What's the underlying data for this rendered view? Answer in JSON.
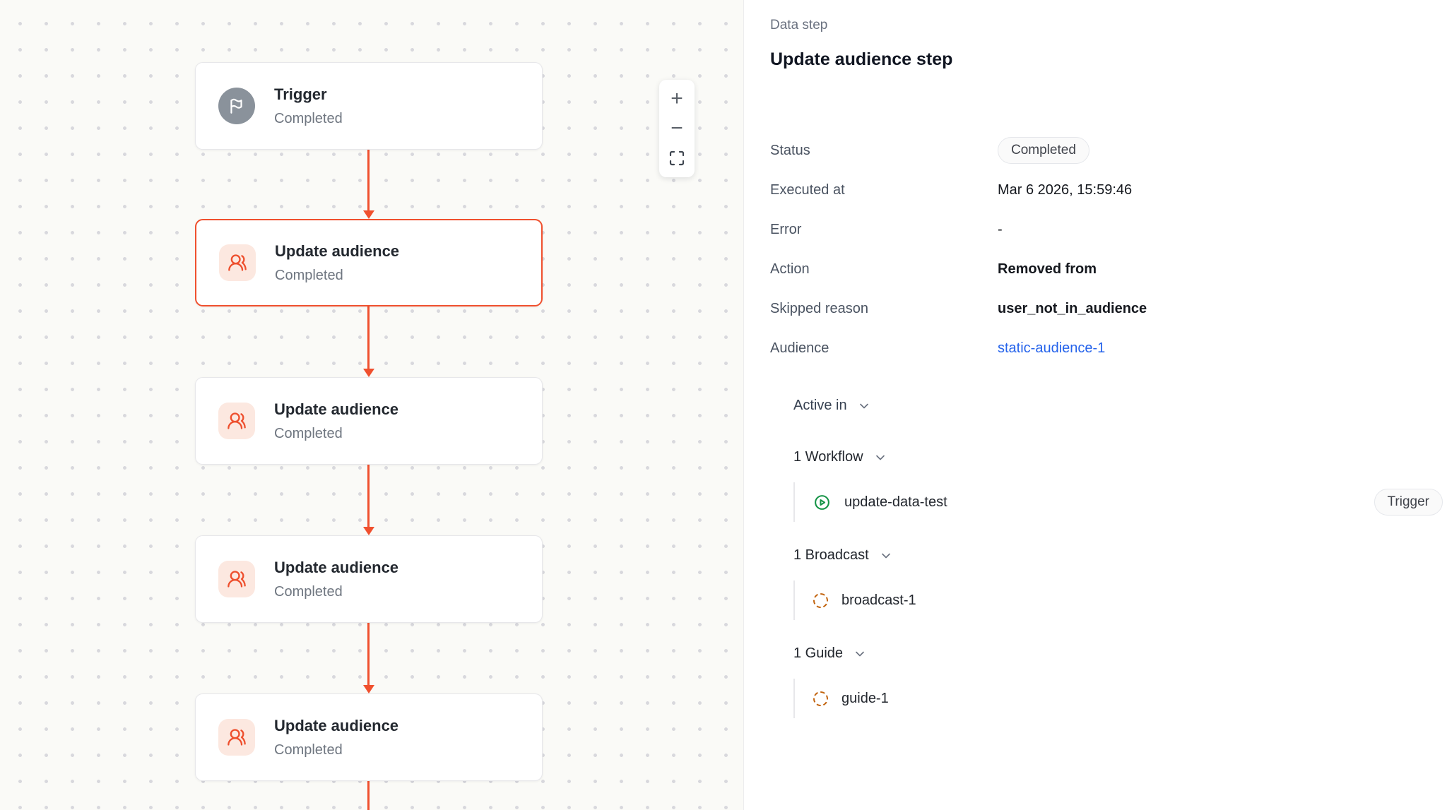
{
  "colors": {
    "accent": "#f0502e",
    "link": "#2563eb",
    "trigger_icon_bg": "#8a929b",
    "audience_icon_bg": "#fce8e0",
    "workflow_icon_green": "#169447",
    "dashed_icon_orange": "#c2640f",
    "canvas_bg": "#fafaf7"
  },
  "canvas": {
    "nodes": [
      {
        "title": "Trigger",
        "status": "Completed",
        "type": "trigger",
        "selected": false
      },
      {
        "title": "Update audience",
        "status": "Completed",
        "type": "audience",
        "selected": true
      },
      {
        "title": "Update audience",
        "status": "Completed",
        "type": "audience",
        "selected": false
      },
      {
        "title": "Update audience",
        "status": "Completed",
        "type": "audience",
        "selected": false
      },
      {
        "title": "Update audience",
        "status": "Completed",
        "type": "audience",
        "selected": false
      }
    ],
    "zoom_controls": {
      "zoom_in": "+",
      "zoom_out": "−",
      "fit_view": "fit-view-icon"
    }
  },
  "panel": {
    "eyebrow": "Data step",
    "title": "Update audience step",
    "properties": [
      {
        "label": "Status",
        "value": "Completed",
        "kind": "badge"
      },
      {
        "label": "Executed at",
        "value": "Mar 6 2026, 15:59:46",
        "kind": "text"
      },
      {
        "label": "Error",
        "value": "-",
        "kind": "text"
      },
      {
        "label": "Action",
        "value": "Removed from",
        "kind": "strong"
      },
      {
        "label": "Skipped reason",
        "value": "user_not_in_audience",
        "kind": "strong"
      },
      {
        "label": "Audience",
        "value": "static-audience-1",
        "kind": "link"
      }
    ],
    "active_in": {
      "label": "Active in",
      "groups": [
        {
          "label": "1 Workflow",
          "items": [
            {
              "name": "update-data-test",
              "icon": "play-circle-icon",
              "badge": "Trigger"
            }
          ]
        },
        {
          "label": "1 Broadcast",
          "items": [
            {
              "name": "broadcast-1",
              "icon": "dashed-circle-icon",
              "badge": ""
            }
          ]
        },
        {
          "label": "1 Guide",
          "items": [
            {
              "name": "guide-1",
              "icon": "dashed-circle-icon",
              "badge": ""
            }
          ]
        }
      ]
    }
  }
}
